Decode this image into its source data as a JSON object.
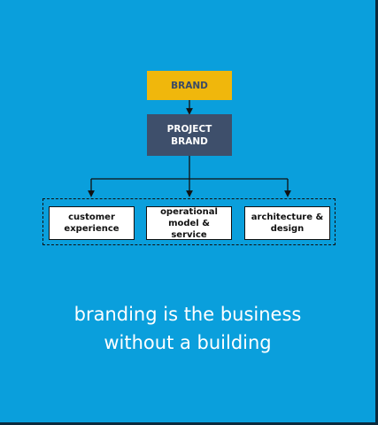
{
  "diagram": {
    "root": {
      "label": "BRAND"
    },
    "middle": {
      "label": "PROJECT\nBRAND"
    },
    "children": [
      {
        "label": "customer\nexperience"
      },
      {
        "label": "operational\nmodel & service"
      },
      {
        "label": "architecture &\ndesign"
      }
    ]
  },
  "tagline": "branding is the business\nwithout a building",
  "colors": {
    "background": "#0a9fdc",
    "brand_box": "#f0b70c",
    "project_box": "#3e4f6b",
    "child_box": "#ffffff",
    "text_on_blue": "#ffffff"
  }
}
